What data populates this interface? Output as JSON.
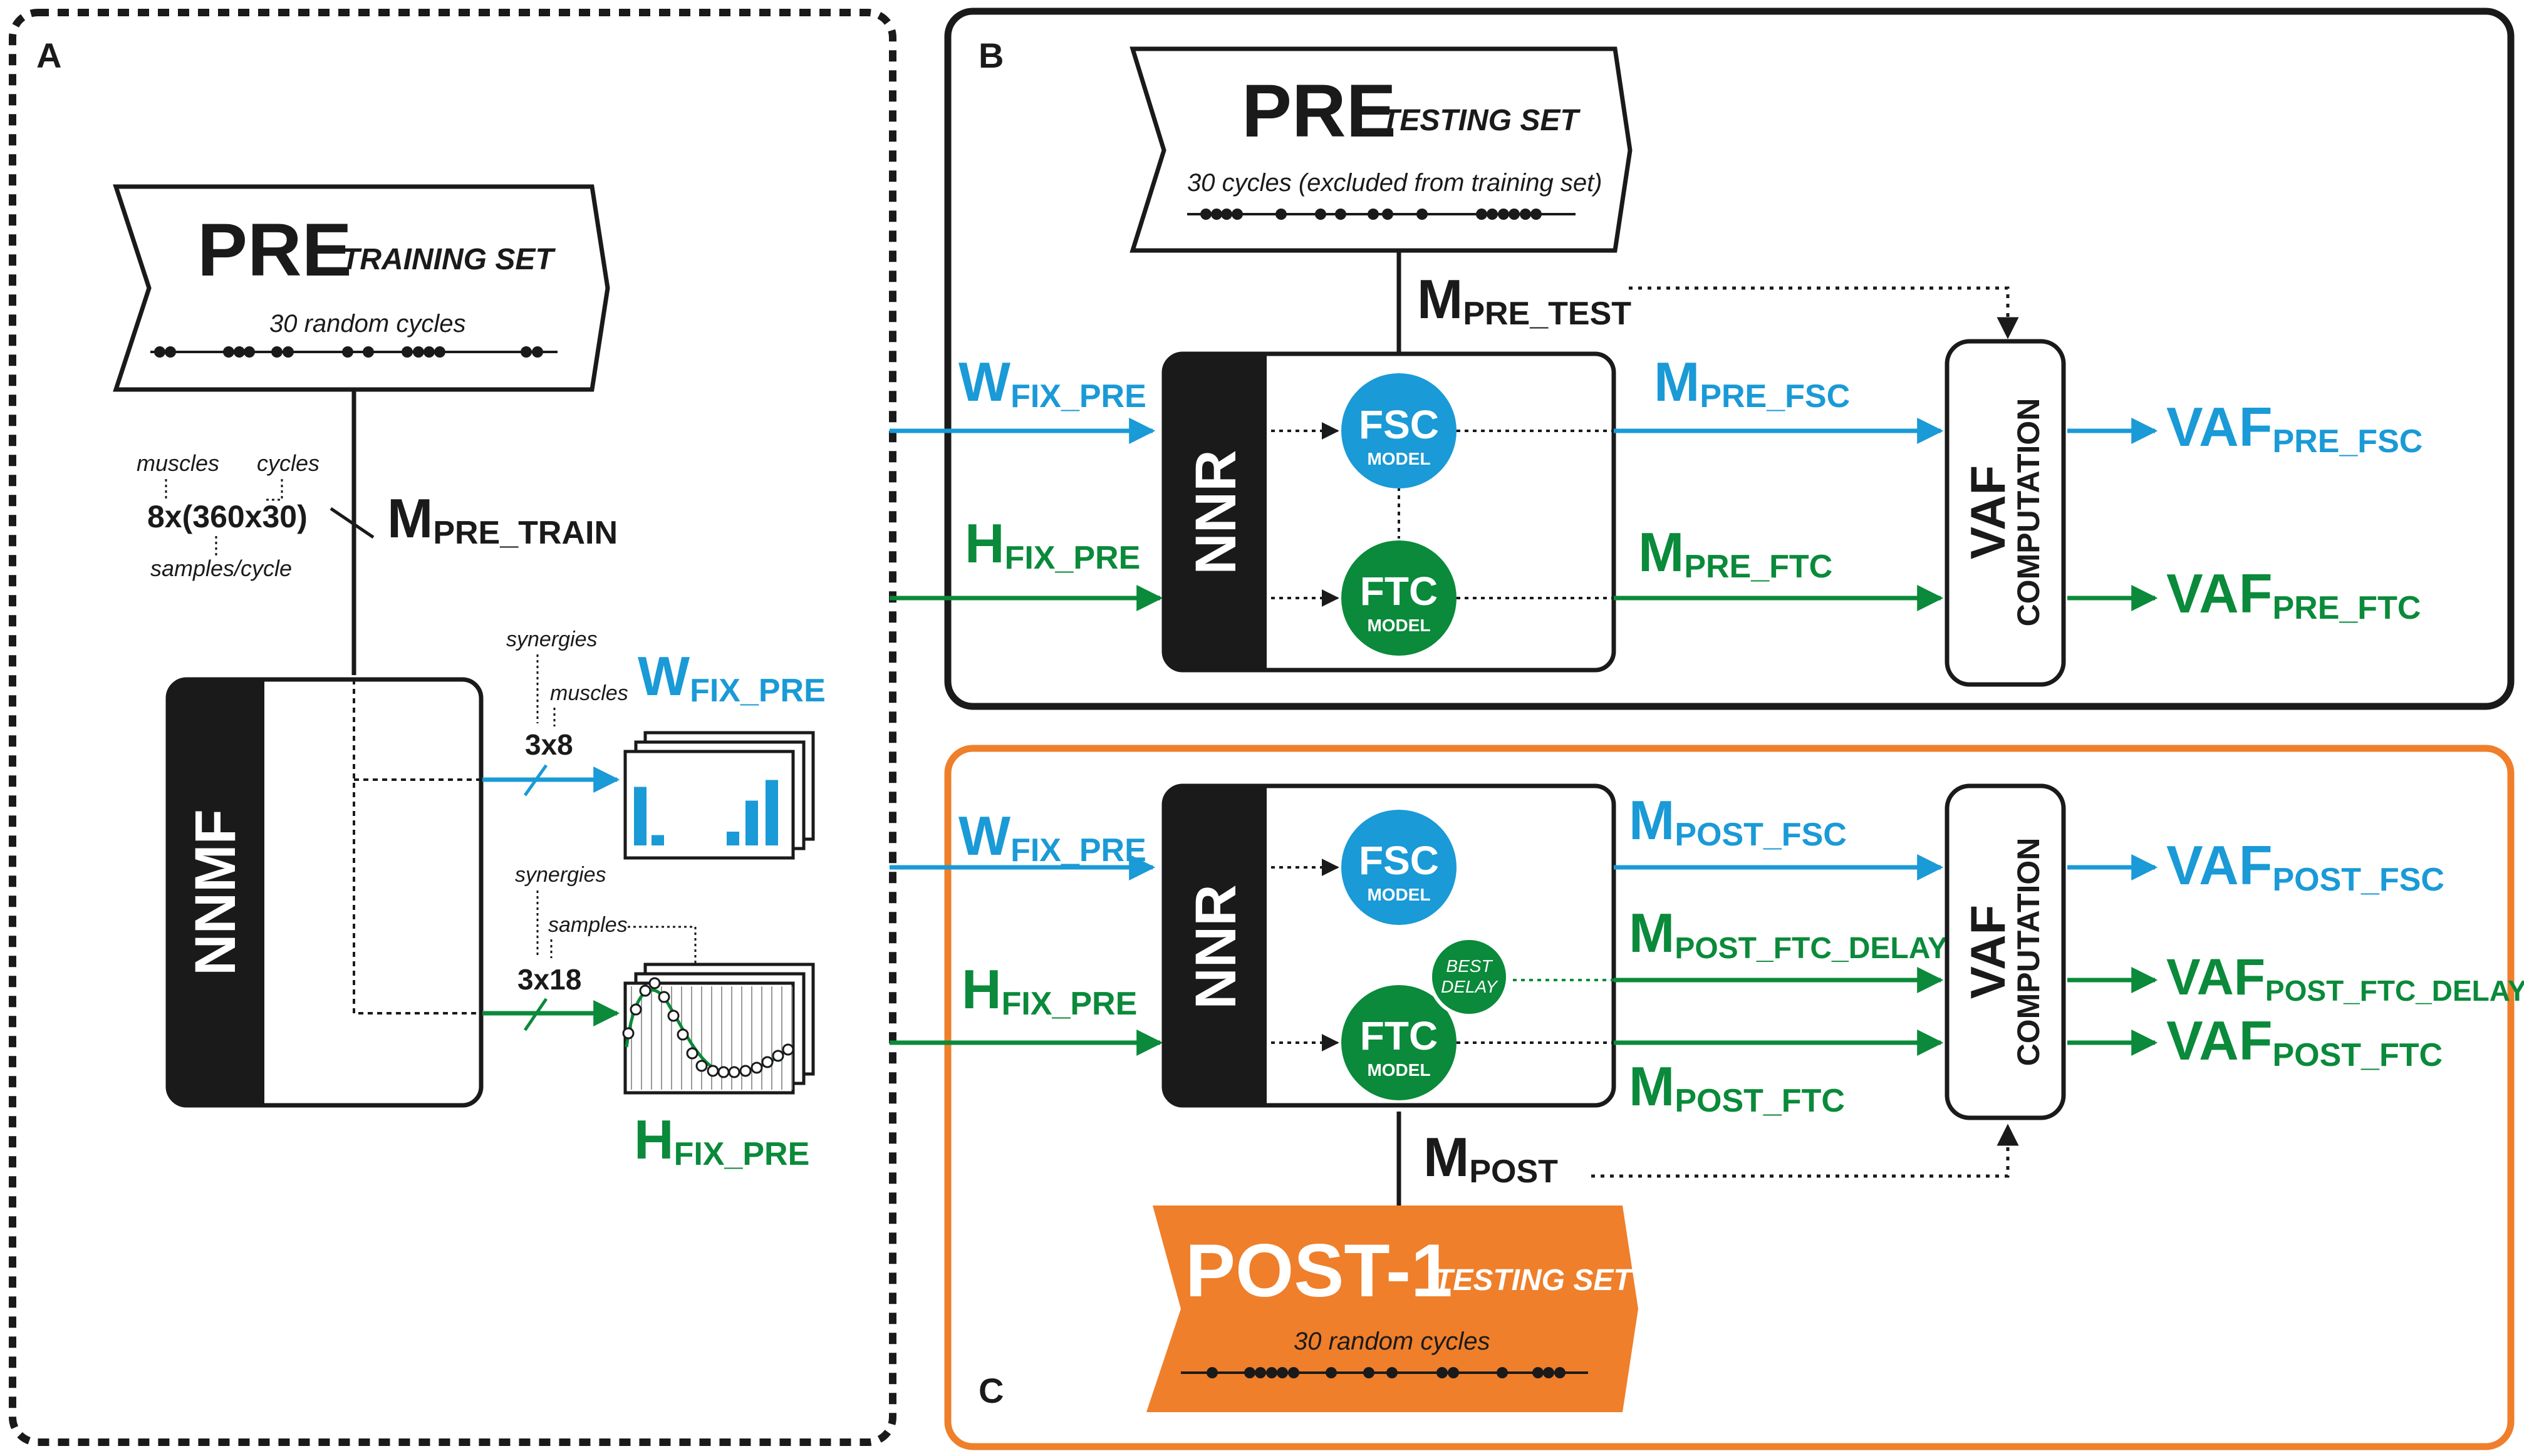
{
  "colors": {
    "blue": "#1a9ad6",
    "green": "#0a8a3a",
    "orange": "#ef7f2a",
    "black": "#1a1a1a"
  },
  "panels": {
    "a": "A",
    "b": "B",
    "c": "C"
  },
  "panel_a": {
    "training_title": "PRE",
    "training_subtitle": "TRAINING SET",
    "training_caption": "30 random cycles",
    "dim_muscles": "muscles",
    "dim_cycles": "cycles",
    "dim_value": "8x(360x30)",
    "dim_samples": "samples/cycle",
    "m_main": "M",
    "m_sub": "PRE_TRAIN",
    "nnmf": "NNMF",
    "w_dims_synergies": "synergies",
    "w_dims_muscles": "muscles",
    "w_dims_value": "3x8",
    "w_main": "W",
    "w_sub": "FIX_PRE",
    "h_dims_synergies": "synergies",
    "h_dims_samples": "samples",
    "h_dims_value": "3x18",
    "h_main": "H",
    "h_sub": "FIX_PRE",
    "w_bars": [
      0.85,
      0.15,
      0.2,
      0.65,
      0.95
    ]
  },
  "panel_b": {
    "testing_title": "PRE",
    "testing_subtitle": "TESTING SET",
    "testing_caption": "30 cycles (excluded from training set)",
    "m_in_main": "M",
    "m_in_sub": "PRE_TEST",
    "w_in_main": "W",
    "w_in_sub": "FIX_PRE",
    "h_in_main": "H",
    "h_in_sub": "FIX_PRE",
    "nnr": "NNR",
    "fsc": "FSC",
    "ftc": "FTC",
    "model": "MODEL",
    "m_fsc_main": "M",
    "m_fsc_sub": "PRE_FSC",
    "m_ftc_main": "M",
    "m_ftc_sub": "PRE_FTC",
    "vaf_box": "VAF",
    "vaf_box_sub": "COMPUTATION",
    "vaf_fsc_main": "VAF",
    "vaf_fsc_sub": "PRE_FSC",
    "vaf_ftc_main": "VAF",
    "vaf_ftc_sub": "PRE_FTC"
  },
  "panel_c": {
    "w_in_main": "W",
    "w_in_sub": "FIX_PRE",
    "h_in_main": "H",
    "h_in_sub": "FIX_PRE",
    "nnr": "NNR",
    "fsc": "FSC",
    "ftc": "FTC",
    "model": "MODEL",
    "best_delay_1": "BEST",
    "best_delay_2": "DELAY",
    "m_fsc_main": "M",
    "m_fsc_sub": "POST_FSC",
    "m_delay_main": "M",
    "m_delay_sub": "POST_FTC_DELAY",
    "m_ftc_main": "M",
    "m_ftc_sub": "POST_FTC",
    "vaf_box": "VAF",
    "vaf_box_sub": "COMPUTATION",
    "vaf_fsc_main": "VAF",
    "vaf_fsc_sub": "POST_FSC",
    "vaf_delay_main": "VAF",
    "vaf_delay_sub": "POST_FTC_DELAY",
    "vaf_ftc_main": "VAF",
    "vaf_ftc_sub": "POST_FTC",
    "m_post_main": "M",
    "m_post_sub": "POST",
    "post_title": "POST-1",
    "post_subtitle": "TESTING SET",
    "post_caption": "30 random cycles"
  }
}
